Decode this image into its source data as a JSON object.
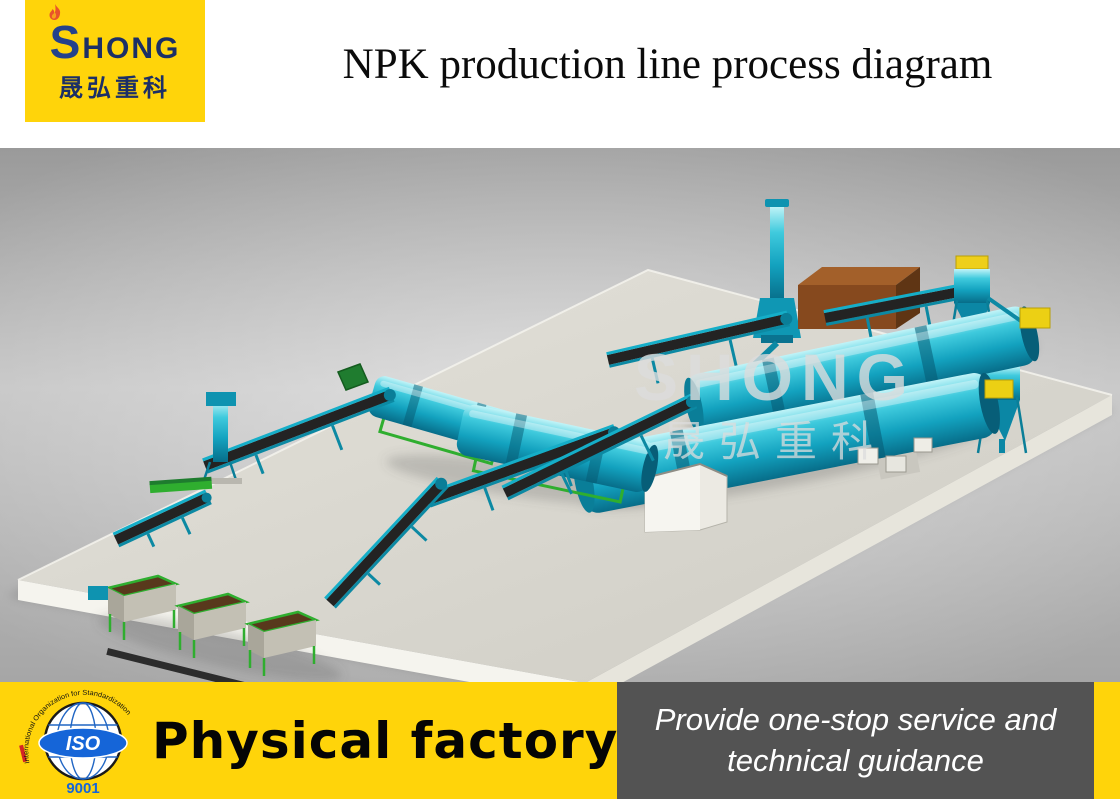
{
  "header": {
    "brand": "SHONG",
    "brand_cn": "晟弘重科",
    "title": "NPK production line process diagram"
  },
  "scene": {
    "watermark_line1": "SHONG",
    "watermark_line2": "晟弘重科"
  },
  "footer": {
    "factory_label": "Physical factory",
    "service_line1": "Provide one-stop service and",
    "service_line2": "technical guidance",
    "iso": {
      "arc_text": "International Organization for Standardization",
      "label": "ISO",
      "code": "9001"
    }
  },
  "colors": {
    "accent_yellow": "#ffd40a",
    "panel_gray": "#535353",
    "machine_teal": "#12a0bd",
    "brand_navy": "#1c2f66",
    "iso_blue": "#1565d8"
  }
}
